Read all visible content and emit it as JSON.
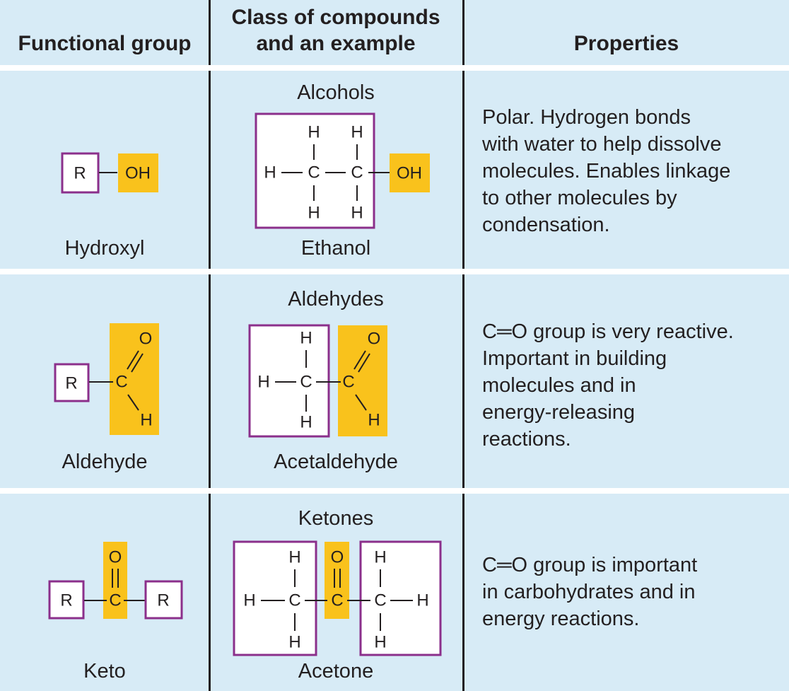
{
  "headers": {
    "functional_group": "Functional group",
    "class_line1": "Class of compounds",
    "class_line2": "and an example",
    "properties": "Properties"
  },
  "rows": [
    {
      "group_name": "Hydroxyl",
      "class_name": "Alcohols",
      "example_name": "Ethanol",
      "properties_lines": [
        "Polar. Hydrogen bonds",
        "with water to help dissolve",
        "molecules. Enables linkage",
        "to other molecules by",
        "condensation."
      ]
    },
    {
      "group_name": "Aldehyde",
      "class_name": "Aldehydes",
      "example_name": "Acetaldehyde",
      "properties_lines": [
        "C═O group is very reactive.",
        "Important in building",
        "molecules and in",
        "energy-releasing",
        "reactions."
      ]
    },
    {
      "group_name": "Keto",
      "class_name": "Ketones",
      "example_name": "Acetone",
      "properties_lines": [
        "C═O group is important",
        "in carbohydrates and in",
        "energy reactions."
      ]
    }
  ],
  "atoms": {
    "R": "R",
    "OH": "OH",
    "C": "C",
    "H": "H",
    "O": "O"
  },
  "colors": {
    "background": "#d7ebf6",
    "highlight": "#f9c21c",
    "r_box_border": "#8b2f8b",
    "text": "#231f20"
  }
}
